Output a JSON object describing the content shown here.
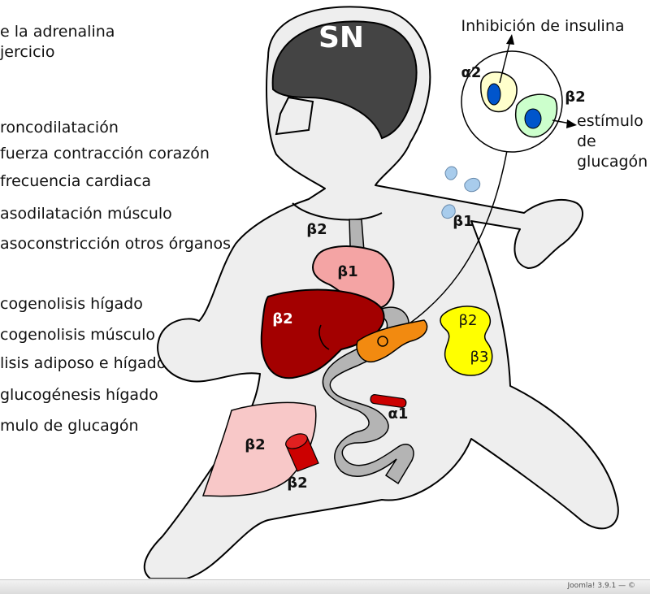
{
  "header": {
    "lines": [
      "e la adrenalina",
      "jercicio"
    ]
  },
  "effects": [
    "roncodilatación",
    "fuerza contracción corazón",
    "frecuencia cardiaca",
    "asodilatación músculo",
    "asoconstricción otros órganos",
    "cogenolisis hígado",
    "cogenolisis músculo",
    "lisis adiposo e hígado",
    "glucogénesis hígado",
    "mulo de glucagón"
  ],
  "labels": {
    "sn": "SN",
    "insulin_inhibition": "Inhibición de insulina",
    "alpha2": "α2",
    "beta2_pancreas": "β2",
    "glucagon_stim": [
      "estímulo",
      "de",
      "glucagón"
    ],
    "beta1_lung": "β1",
    "beta2_bronchi": "β2",
    "beta1_heart": "β1",
    "beta2_liver": "β2",
    "beta2_fat": "β2",
    "beta3_fat": "β3",
    "alpha1_vessel": "α1",
    "beta2_muscle": "β2",
    "beta2_muscle_vessel": "β2"
  },
  "footer": {
    "text": "Joomla! 3.9.1 — ©"
  },
  "colors": {
    "brain": "#444444",
    "heart": "#f4a4a4",
    "liver": "#a30000",
    "pancreas": "#f28a10",
    "fat": "#ffff00",
    "vessel": "#cc0000",
    "muscle": "#f8c8c8",
    "lung": "#a8ccec",
    "gut": "#b4b4b4",
    "body": "#eeeeee",
    "cell_alpha": "#ffffcc",
    "cell_beta": "#ccffcc",
    "nucleus": "#0055cc"
  }
}
